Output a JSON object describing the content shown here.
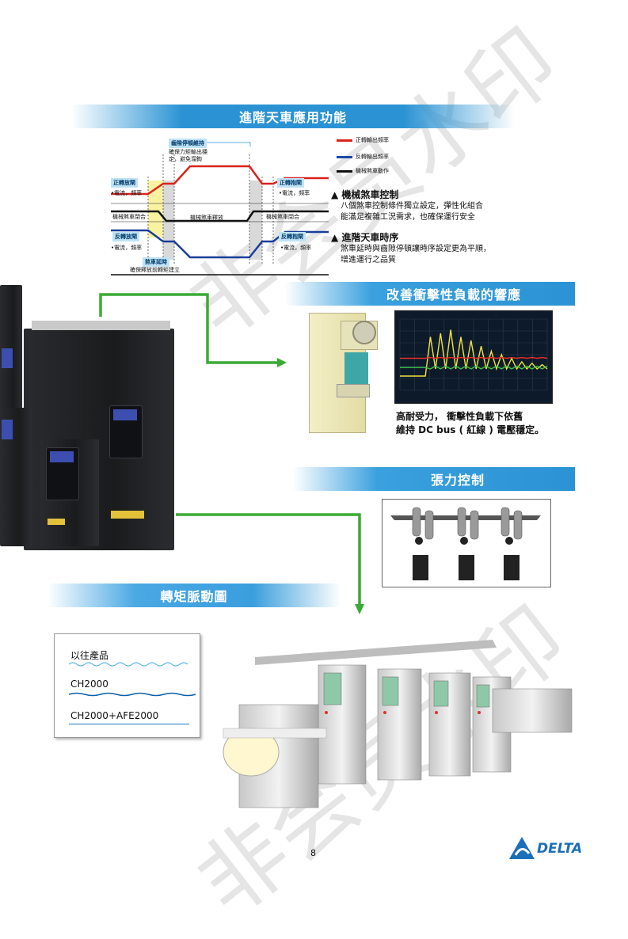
{
  "sections": {
    "crane": {
      "title": "進階天車應用功能",
      "diagram": {
        "top_label_box": "齒隙停頓維持",
        "top_label_lines": [
          "確保力矩輸出穩",
          "定，避免溜鉤"
        ],
        "left_fwd_box": "正轉放閘",
        "left_fwd_sub": "•電流，頻率",
        "right_fwd_box": "正轉抱閘",
        "right_fwd_sub": "•電流，頻率",
        "brake_closed_left": "機械煞車閉合",
        "brake_release": "機械煞車釋放",
        "brake_closed_right": "機械煞車閉合",
        "left_rev_box": "反轉放閘",
        "left_rev_sub": "•電流，頻率",
        "right_rev_box": "反轉抱閘",
        "right_rev_sub": "•電流，頻率",
        "bottom_box": "煞車延時",
        "bottom_text": "確保釋放前轉矩建立"
      },
      "legend": [
        {
          "label": "正轉輸出頻率",
          "color": "#d9241c"
        },
        {
          "label": "反轉輸出頻率",
          "color": "#1a4aa8"
        },
        {
          "label": "機械煞車動作",
          "color": "#111111"
        }
      ],
      "features": [
        {
          "title": "機械煞車控制",
          "lines": [
            "八個煞車控制條件獨立設定，彈性化組合",
            "能滿足複雜工況需求，也確保運行安全"
          ]
        },
        {
          "title": "進階天車時序",
          "lines": [
            "煞車延時與齒隙停頓讓時序設定更為平順，",
            "增進運行之品質"
          ]
        }
      ],
      "bullet_glyph": "▲"
    },
    "impact": {
      "title": "改善衝擊性負載的響應",
      "caption_line1": "高耐受力， 衝擊性負載下依舊",
      "caption_line2": "維持 DC bus ( 紅線 ) 電壓穩定。"
    },
    "tension": {
      "title": "張力控制"
    },
    "torque": {
      "title": "轉矩脈動圖",
      "legend": [
        {
          "label": "以往產品"
        },
        {
          "label": "CH2000"
        },
        {
          "label": "CH2000+AFE2000"
        }
      ]
    }
  },
  "footer": {
    "page_number": "8",
    "brand": "DELTA"
  },
  "watermark": "非会员水印",
  "colors": {
    "banner_blue": "#2b93d4",
    "arrow_green": "#3aaa35",
    "brand_blue": "#1b6fb8"
  },
  "chart_data": {
    "type": "line",
    "title": "",
    "xlabel": "",
    "ylabel": "",
    "series": [
      {
        "color": "#f2e33a",
        "values": [
          0.2,
          0.2,
          0.2,
          0.2,
          0.2,
          0.2,
          0.75,
          0.3,
          0.8,
          0.3,
          0.85,
          0.3,
          0.75,
          0.3,
          0.7,
          0.3,
          0.62,
          0.3,
          0.55,
          0.3,
          0.5,
          0.3,
          0.45,
          0.3,
          0.4,
          0.3,
          0.38,
          0.3,
          0.36,
          0.3
        ]
      },
      {
        "color": "#e8302a",
        "values": [
          0.45,
          0.45,
          0.45,
          0.45,
          0.45,
          0.45,
          0.46,
          0.45,
          0.46,
          0.45,
          0.46,
          0.45,
          0.46,
          0.45,
          0.46,
          0.45,
          0.46,
          0.45,
          0.46,
          0.45,
          0.46,
          0.45,
          0.46,
          0.45,
          0.46,
          0.45,
          0.46,
          0.45,
          0.46,
          0.45
        ]
      },
      {
        "color": "#3cc24a",
        "values": [
          0.32,
          0.32,
          0.32,
          0.32,
          0.32,
          0.32,
          0.3,
          0.34,
          0.3,
          0.34,
          0.3,
          0.34,
          0.3,
          0.34,
          0.3,
          0.34,
          0.3,
          0.34,
          0.3,
          0.34,
          0.3,
          0.34,
          0.3,
          0.34,
          0.3,
          0.34,
          0.3,
          0.34,
          0.3,
          0.34
        ]
      }
    ]
  }
}
